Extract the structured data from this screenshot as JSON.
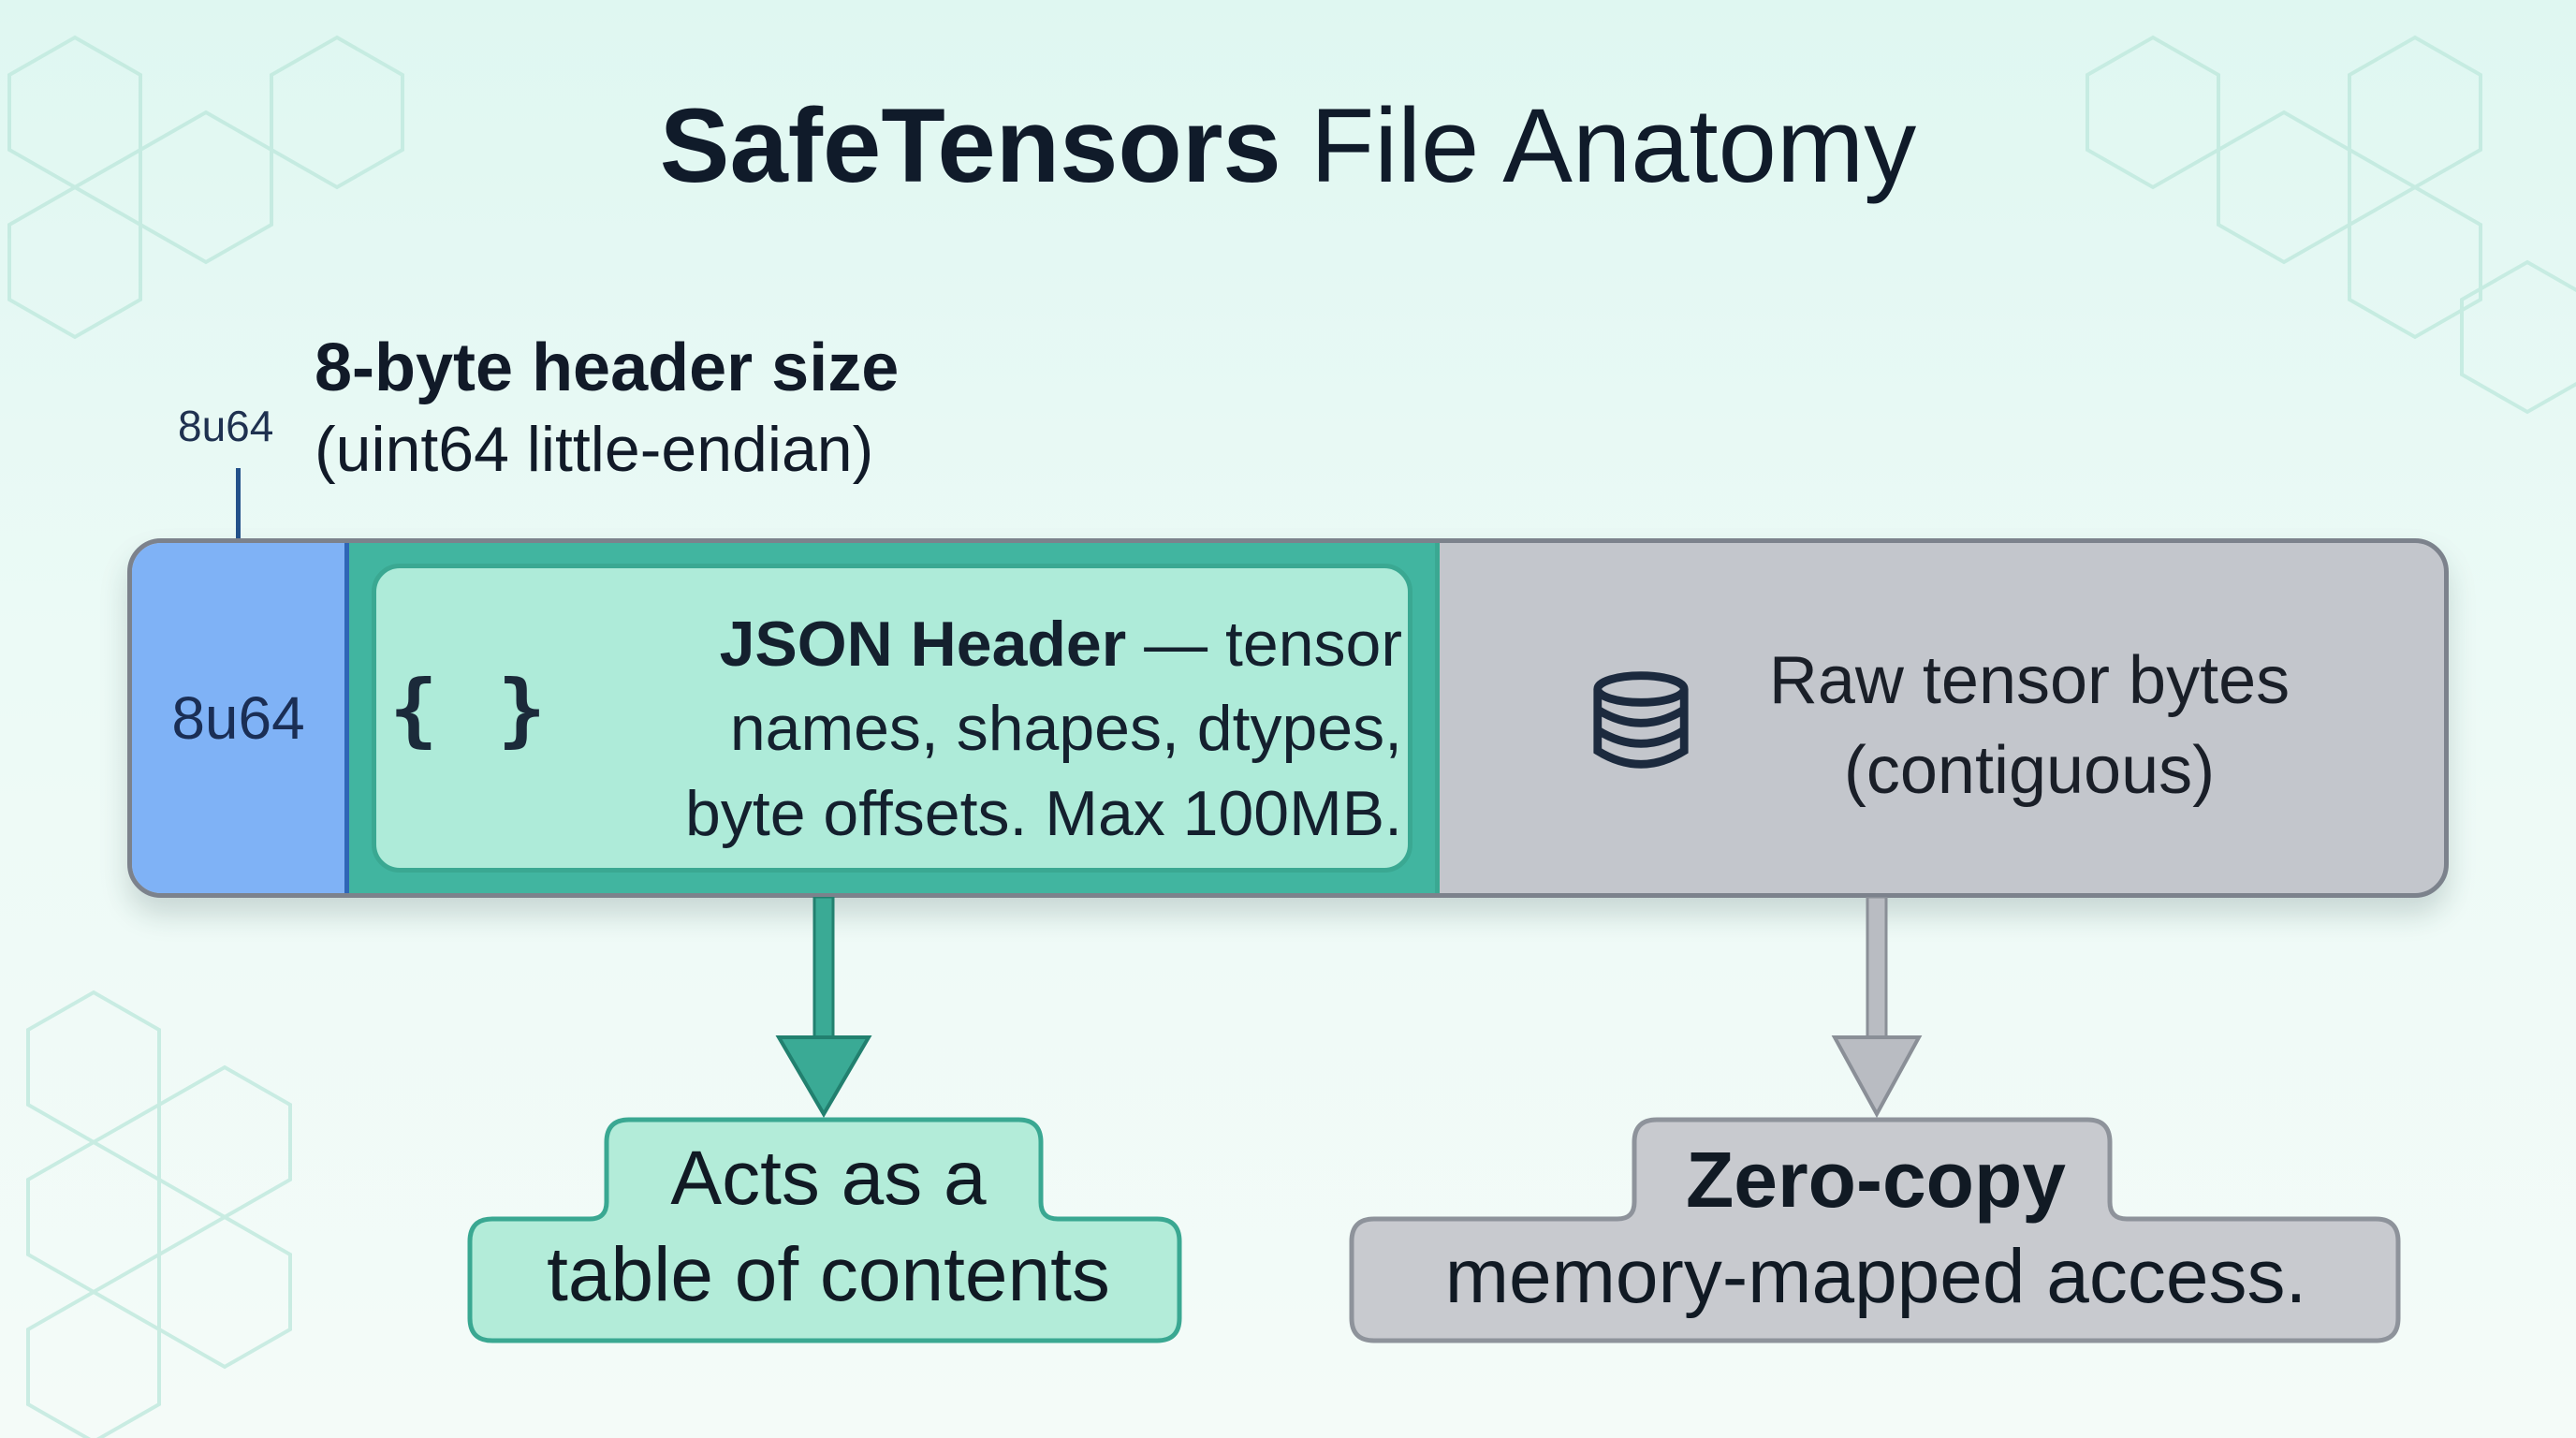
{
  "title": {
    "bold": "SafeTensors",
    "rest": "File Anatomy"
  },
  "header_size_label": {
    "line1": "8-byte header size",
    "line2": "(uint64 little-endian)"
  },
  "tick_label": "8u64",
  "segments": {
    "size": {
      "label": "8u64",
      "color": "#7fb2f6"
    },
    "json": {
      "icon": "braces-icon",
      "icon_glyph": "{ }",
      "title": "JSON Header",
      "text_line1_rest": " — tensor",
      "text_line2": "names, shapes, dtypes,",
      "text_line3": "byte offsets. Max 100MB.",
      "color": "#41b5a0"
    },
    "raw": {
      "icon": "database-icon",
      "line1": "Raw tensor bytes",
      "line2": "(contiguous)",
      "color": "#c3c6cc"
    }
  },
  "callouts": {
    "toc": {
      "line1": "Acts as a",
      "line2": "table of contents",
      "color": "#b3ecd9"
    },
    "zero_copy": {
      "line1": "Zero-copy",
      "line2": "memory-mapped access.",
      "color": "#c8cacf"
    }
  }
}
